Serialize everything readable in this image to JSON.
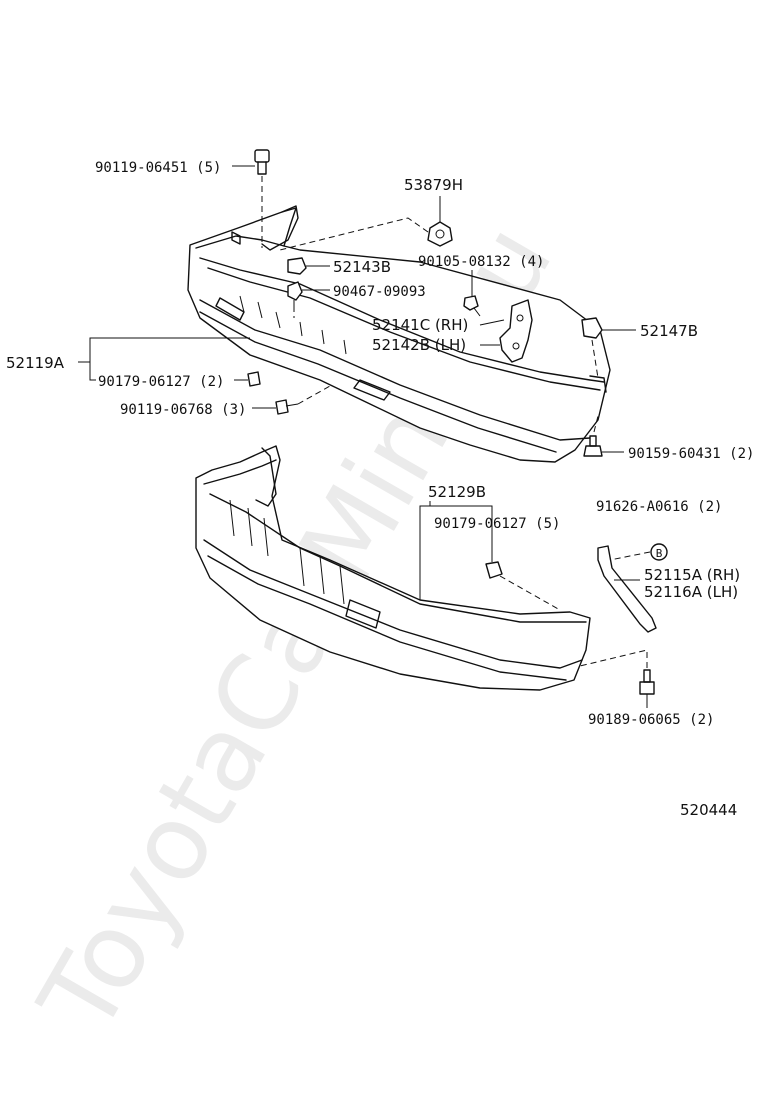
{
  "watermark": "ToyotaCarMine.ru",
  "diagram_id": "520444",
  "callouts": {
    "bolt_top": "90119-06451 (5)",
    "retainer_53879": "53879H",
    "bracket_52143": "52143B",
    "bolt_90105": "90105-08132 (4)",
    "clip_90467": "90467-09093",
    "stay_rh": "52141C (RH)",
    "stay_lh": "52142B (LH)",
    "clip_52147": "52147B",
    "bumper_cover": "52119A",
    "nut_90179_upper": "90179-06127 (2)",
    "bolt_90119_lower": "90119-06768 (3)",
    "screw_90159": "90159-60431 (2)",
    "lower_cover": "52129B",
    "nut_90179_lower": "90179-06127 (5)",
    "nut_91626": "91626-A0616 (2)",
    "nut_91626_symbol": "B",
    "brace_rh": "52115A (RH)",
    "brace_lh": "52116A (LH)",
    "bolt_90189": "90189-06065 (2)"
  }
}
